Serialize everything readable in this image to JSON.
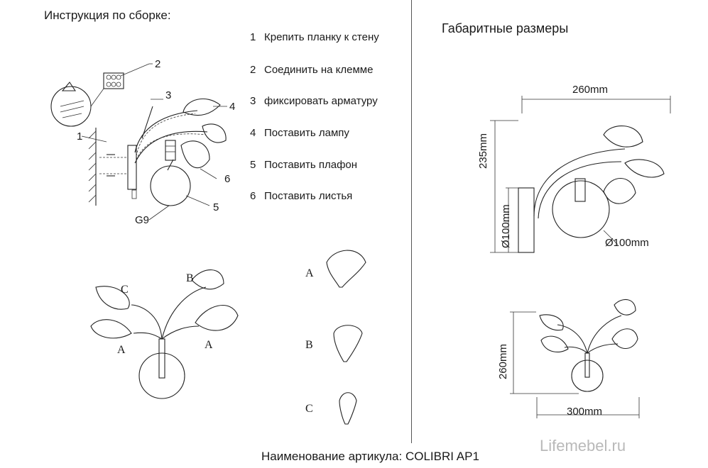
{
  "left_heading": "Инструкция по сборке:",
  "right_heading": "Габаритные размеры",
  "steps": [
    {
      "num": "1",
      "text": "Крепить планку к стену"
    },
    {
      "num": "2",
      "text": "Соединить на клемме"
    },
    {
      "num": "3",
      "text": "фиксировать арматуру"
    },
    {
      "num": "4",
      "text": "Поставить лампу"
    },
    {
      "num": "5",
      "text": "Поставить плафон"
    },
    {
      "num": "6",
      "text": "Поставить листья"
    }
  ],
  "assembly_callouts": {
    "c1": "1",
    "c2": "2",
    "c3": "3",
    "c4": "4",
    "c5": "5",
    "c6": "6",
    "socket": "G9"
  },
  "leaf_layout_labels": {
    "c": "C",
    "b": "B",
    "a_left": "A",
    "a_right": "A"
  },
  "leaf_types": [
    {
      "label": "A"
    },
    {
      "label": "B"
    },
    {
      "label": "C"
    }
  ],
  "dimensions": {
    "width_top": "260mm",
    "height_side": "235mm",
    "base_diameter": "Ø100mm",
    "shade_diameter": "Ø100mm",
    "height_front": "260mm",
    "width_front": "300mm"
  },
  "footer": "Наименование артикула: COLIBRI AP1",
  "watermark": "Lifemebel.ru"
}
